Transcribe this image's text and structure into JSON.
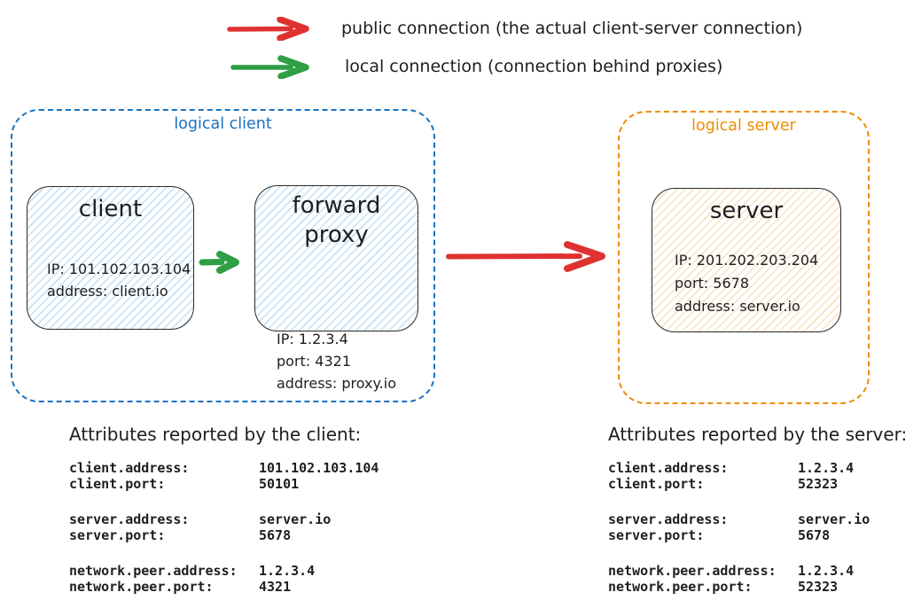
{
  "colors": {
    "public_red": "#e03131",
    "local_green": "#2f9e44",
    "logical_client_blue": "#1971c2",
    "logical_server_orange": "#f08c00",
    "ink": "#1e1e1e",
    "client_fill_hatch": "#a5d8ff",
    "server_fill_hatch": "#ffd8a8"
  },
  "legend": {
    "public": {
      "label": "public connection (the actual client-server connection)",
      "color": "#e03131"
    },
    "local": {
      "label": "local connection (connection behind proxies)",
      "color": "#2f9e44"
    }
  },
  "logical_client": {
    "label": "logical client",
    "client_node": {
      "title": "client",
      "lines": [
        "IP: 101.102.103.104",
        "address: client.io"
      ]
    },
    "proxy_node": {
      "title_lines": [
        "forward",
        "proxy"
      ],
      "lines": [
        "IP: 1.2.3.4",
        "port: 4321",
        "address: proxy.io"
      ]
    }
  },
  "logical_server": {
    "label": "logical server",
    "server_node": {
      "title": "server",
      "lines": [
        "IP: 201.202.203.204",
        "port: 5678",
        "address: server.io"
      ]
    }
  },
  "client_attributes": {
    "title": "Attributes reported by the client:",
    "groups": [
      [
        {
          "key": "client.address:",
          "value": "101.102.103.104"
        },
        {
          "key": "client.port:",
          "value": "50101"
        }
      ],
      [
        {
          "key": "server.address:",
          "value": "server.io"
        },
        {
          "key": "server.port:",
          "value": "5678"
        }
      ],
      [
        {
          "key": "network.peer.address:",
          "value": "1.2.3.4"
        },
        {
          "key": "network.peer.port:",
          "value": "4321"
        }
      ]
    ]
  },
  "server_attributes": {
    "title": "Attributes reported by the server:",
    "groups": [
      [
        {
          "key": "client.address:",
          "value": "1.2.3.4"
        },
        {
          "key": "client.port:",
          "value": "52323"
        }
      ],
      [
        {
          "key": "server.address:",
          "value": "server.io"
        },
        {
          "key": "server.port:",
          "value": "5678"
        }
      ],
      [
        {
          "key": "network.peer.address:",
          "value": "1.2.3.4"
        },
        {
          "key": "network.peer.port:",
          "value": "52323"
        }
      ]
    ]
  }
}
